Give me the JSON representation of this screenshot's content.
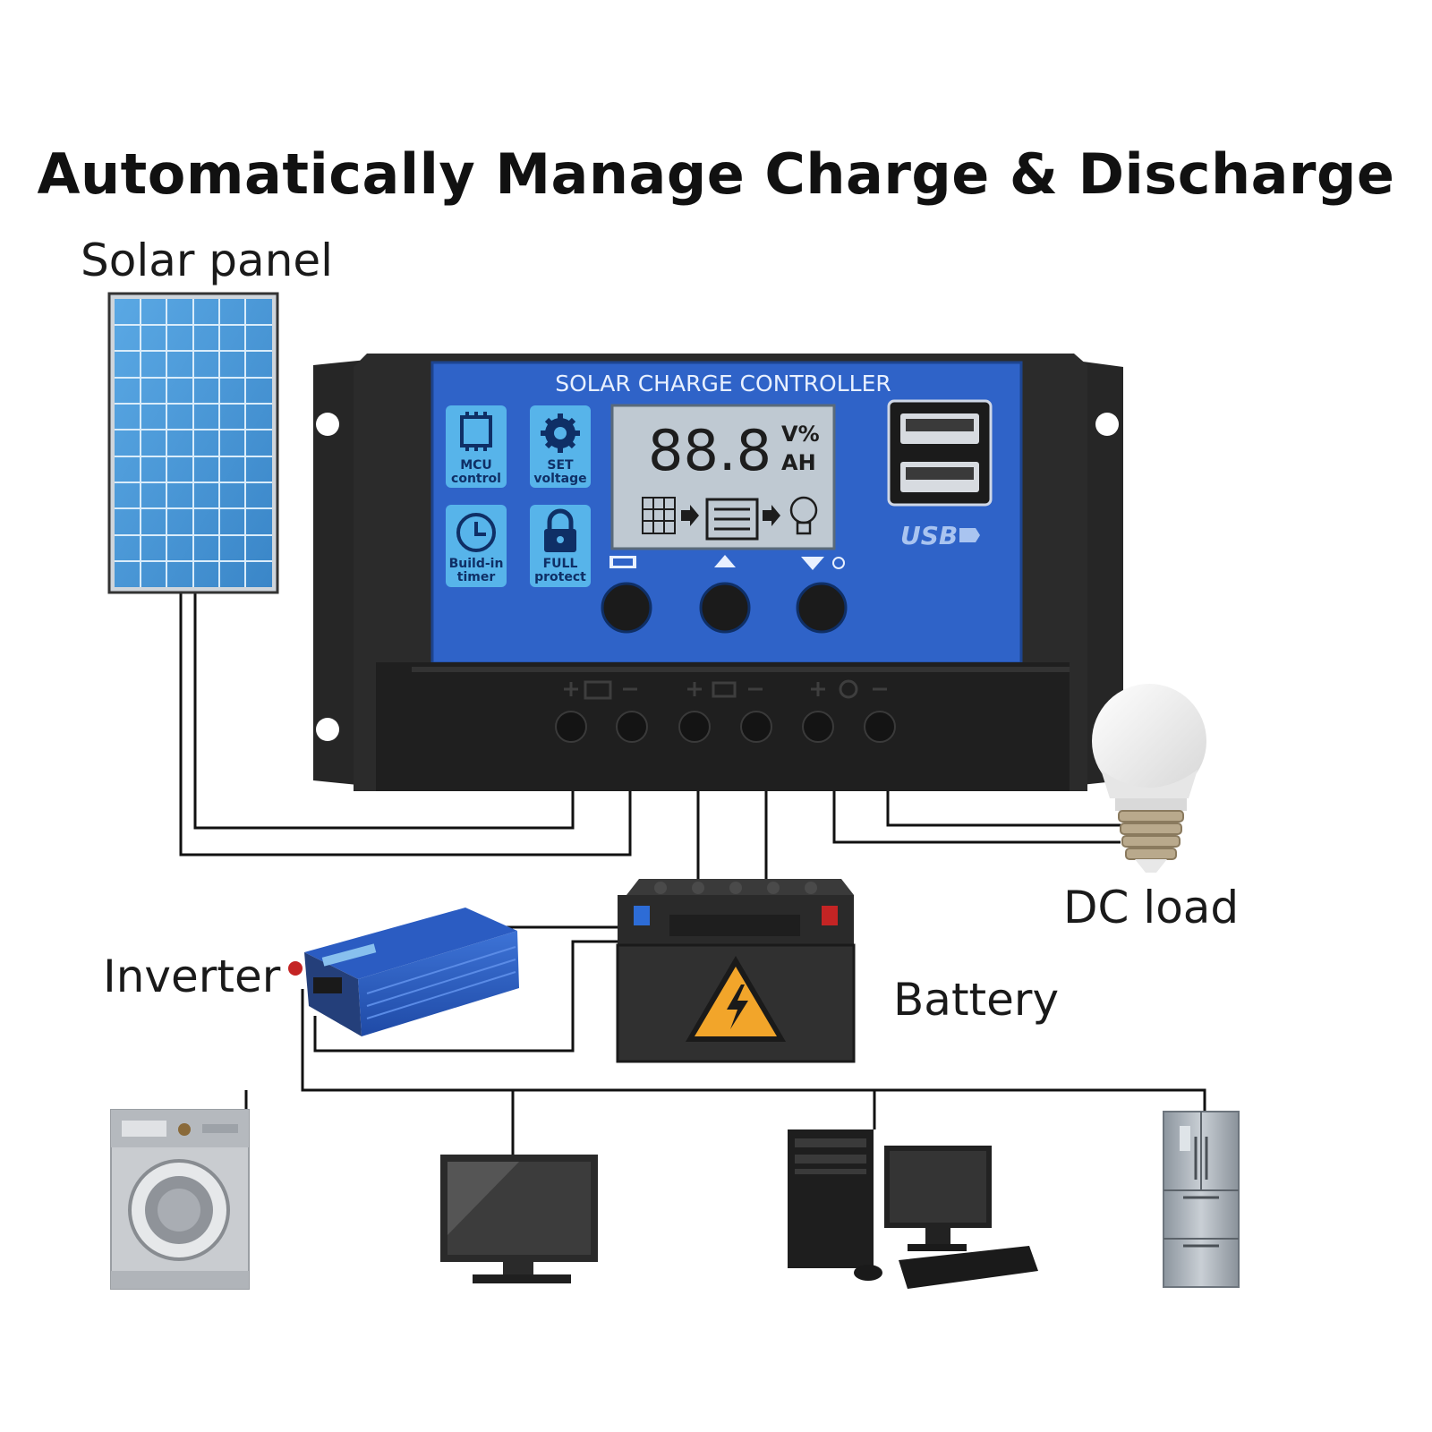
{
  "title": "Automatically Manage Charge & Discharge",
  "labels": {
    "solar_panel": "Solar panel",
    "dc_load": "DC load",
    "inverter": "Inverter",
    "battery": "Battery"
  },
  "controller": {
    "header": "SOLAR CHARGE CONTROLLER",
    "features": [
      {
        "line1": "MCU",
        "line2": "control",
        "icon": "chip-icon"
      },
      {
        "line1": "SET",
        "line2": "voltage",
        "icon": "gear-icon"
      },
      {
        "line1": "Build-in",
        "line2": "timer",
        "icon": "clock-icon"
      },
      {
        "line1": "FULL",
        "line2": "protect",
        "icon": "lock-icon"
      }
    ],
    "lcd": {
      "digits": "88.8",
      "unit_top": "V%",
      "unit_bottom": "AH"
    },
    "usb_label": "USB",
    "buttons": [
      "menu-button",
      "up-button",
      "down-button"
    ]
  },
  "appliances": [
    "washing-machine-icon",
    "monitor-icon",
    "desktop-computer-icon",
    "refrigerator-icon"
  ],
  "colors": {
    "panel_blue": "#2f63c8",
    "solar_cell": "#4a98d6",
    "lcd_bg": "#bcc6d0",
    "housing": "#2a2a2a"
  }
}
